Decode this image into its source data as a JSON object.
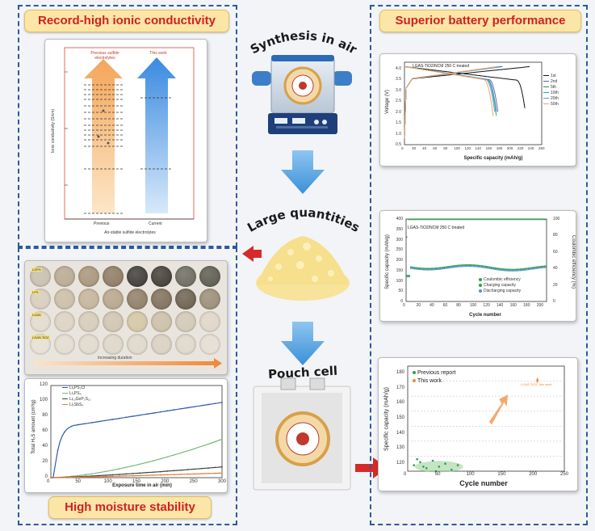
{
  "tags": {
    "ionic": "Record-high ionic conductivity",
    "battery": "Superior battery performance",
    "moisture": "High moisture stability"
  },
  "center": {
    "synthesis": "Synthesis in air",
    "quantities": "Large quantities",
    "pouch": "Pouch cell"
  },
  "ionic_chart": {
    "left_label": "Previous sulfide electrolytes",
    "right_label": "This work",
    "ylabel": "Ionic conductivity (S/cm)",
    "xlabel": "Air-stable sulfide electrolytes",
    "x_ticks": [
      "Previous",
      "Current"
    ]
  },
  "moisture_grid": {
    "arrow_label": "Increasing duration",
    "row_labels": [
      "LGPS",
      "LPS",
      "LGAS",
      "LGAS-TiO2"
    ]
  },
  "h2s_chart": {
    "ylabel": "Total H₂S amount (cm³/g)",
    "xlabel": "Exposure time in air (min)",
    "xlim": [
      0,
      300
    ],
    "ylim": [
      0,
      120
    ],
    "x_ticks": [
      "0",
      "50",
      "100",
      "150",
      "200",
      "250",
      "300"
    ],
    "y_ticks": [
      "0",
      "20",
      "40",
      "60",
      "80",
      "100",
      "120"
    ],
    "legend": [
      "Li₆PS₅Cl",
      "Li₃PS₄",
      "Li₁₀GeP₂S₁₂",
      "Li₃SbS₄"
    ],
    "colors": [
      "#2a5cb0",
      "#7cb87c",
      "#444444",
      "#e07b39"
    ]
  },
  "voltage_chart": {
    "title": "LGAS-TiO2/NCM 250 C treated",
    "ylabel": "Voltage (V)",
    "xlabel": "Specific capacity (mAh/g)",
    "x_ticks": [
      "0",
      "20",
      "40",
      "60",
      "80",
      "100",
      "120",
      "140",
      "160",
      "180",
      "200",
      "220",
      "240",
      "260"
    ],
    "y_ticks": [
      "0.5",
      "1.0",
      "1.5",
      "2.0",
      "2.5",
      "3.0",
      "3.5",
      "4.0"
    ],
    "legend": [
      "1st",
      "2nd",
      "5th",
      "10th",
      "20th",
      "50th"
    ],
    "colors": [
      "#111111",
      "#6a5acd",
      "#2e8b57",
      "#20b2aa",
      "#6495ed",
      "#f4a460"
    ]
  },
  "cycling_chart": {
    "title": "LGAS-TiO2/NCM 250 C treated",
    "ylabel": "Specific capacity (mAh/g)",
    "ylabel2": "Coulombic efficiency (%)",
    "xlabel": "Cycle number",
    "x_ticks": [
      "0",
      "20",
      "40",
      "60",
      "80",
      "100",
      "120",
      "140",
      "160",
      "180",
      "200"
    ],
    "y_ticks": [
      "0",
      "50",
      "100",
      "150",
      "200",
      "250",
      "300",
      "350",
      "400"
    ],
    "y2_ticks": [
      "0",
      "20",
      "40",
      "60",
      "80",
      "100"
    ],
    "legend": [
      "Coulombic efficiency",
      "Charging capacity",
      "Discharging capacity"
    ],
    "colors": [
      "#2e9e4f",
      "#2e9e4f",
      "#5a8fd0"
    ]
  },
  "compare_chart": {
    "ylabel": "Specific capacity (mAh/g)",
    "xlabel": "Cycle number",
    "legend": [
      "Previous report",
      "This work"
    ],
    "colors": [
      "#2e9e4f",
      "#f08a3c"
    ],
    "x_ticks": [
      "0",
      "50",
      "100",
      "150",
      "200",
      "250"
    ],
    "y_ticks": [
      "120",
      "130",
      "140",
      "150",
      "160",
      "170",
      "180"
    ],
    "this_work_label": "LGAS-TiO2, this work"
  }
}
